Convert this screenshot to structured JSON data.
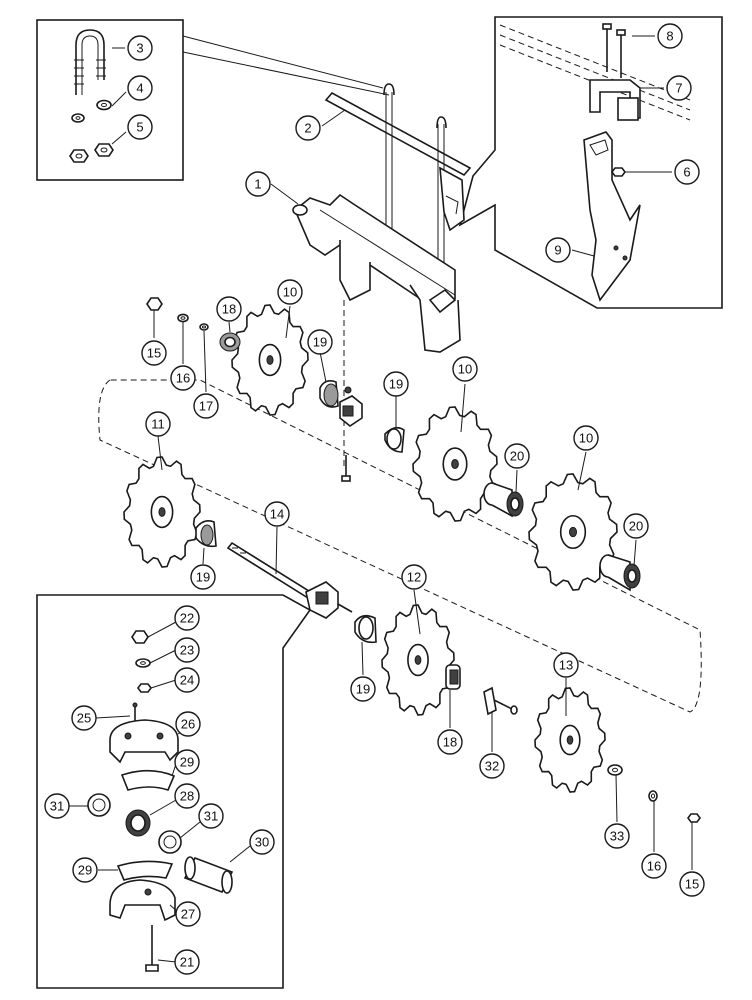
{
  "callouts": {
    "c1": "1",
    "c2": "2",
    "c3": "3",
    "c4": "4",
    "c5": "5",
    "c6": "6",
    "c7": "7",
    "c8": "8",
    "c9": "9",
    "c10a": "10",
    "c10b": "10",
    "c10c": "10",
    "c11": "11",
    "c12": "12",
    "c13": "13",
    "c14": "14",
    "c15a": "15",
    "c15b": "15",
    "c16a": "16",
    "c16b": "16",
    "c17": "17",
    "c18a": "18",
    "c18b": "18",
    "c19a": "19",
    "c19b": "19",
    "c19c": "19",
    "c19d": "19",
    "c20a": "20",
    "c20b": "20",
    "c21": "21",
    "c22": "22",
    "c23": "23",
    "c24": "24",
    "c25": "25",
    "c26": "26",
    "c27": "27",
    "c28": "28",
    "c29a": "29",
    "c29b": "29",
    "c30": "30",
    "c31a": "31",
    "c31b": "31",
    "c32": "32",
    "c33": "33"
  }
}
